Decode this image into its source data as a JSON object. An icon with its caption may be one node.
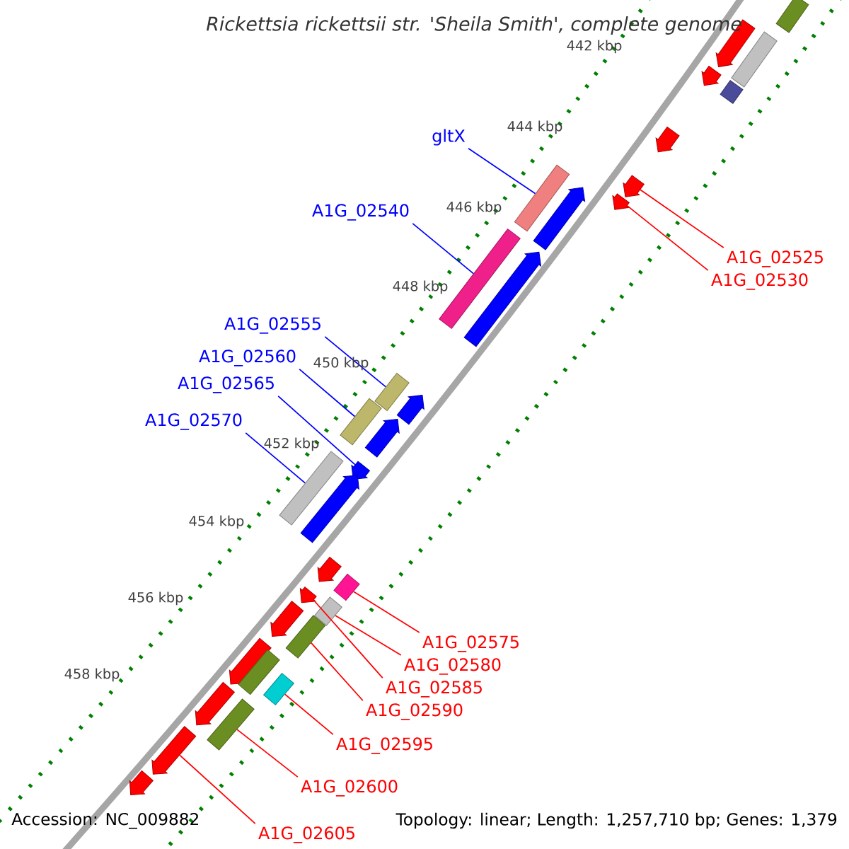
{
  "diagram": {
    "title": "Rickettsia rickettsii str. 'Sheila Smith', complete genome",
    "nodes": [
      {
        "text": [],
        "shape": "box"
      },
      {
        "text": [],
        "shape": "arrow"
      },
      {
        "text": [],
        "shape": "box"
      },
      {
        "text": [],
        "shape": "arrow"
      },
      {
        "text": [],
        "shape": "box"
      },
      {
        "text": [],
        "shape": "arrow"
      },
      {
        "text": [],
        "shape": "arrow"
      },
      {
        "text": [],
        "shape": "arrow"
      },
      {
        "text": [],
        "shape": "box"
      },
      {
        "text": [],
        "shape": "arrow"
      },
      {
        "text": [],
        "shape": "box"
      },
      {
        "text": [],
        "shape": "arrow"
      },
      {
        "text": [],
        "shape": "box"
      },
      {
        "text": [],
        "shape": "arrow"
      },
      {
        "text": [],
        "shape": "box"
      },
      {
        "text": [],
        "shape": "arrow"
      },
      {
        "text": [],
        "shape": "arrow"
      },
      {
        "text": [],
        "shape": "box"
      },
      {
        "text": [],
        "shape": "arrow"
      },
      {
        "text": [],
        "shape": "arrow"
      },
      {
        "text": [],
        "shape": "box"
      },
      {
        "text": [],
        "shape": "arrow"
      },
      {
        "text": [],
        "shape": "box"
      },
      {
        "text": [],
        "shape": "arrow"
      },
      {
        "text": [],
        "shape": "box"
      },
      {
        "text": [],
        "shape": "arrow"
      },
      {
        "text": [],
        "shape": "box"
      },
      {
        "text": [],
        "shape": "box"
      },
      {
        "text": [],
        "shape": "box"
      },
      {
        "text": [],
        "shape": "arrow"
      },
      {
        "text": [],
        "shape": "arrow"
      },
      {
        "text": [],
        "shape": "arrow"
      },
      {
        "text": [
          "gltX"
        ]
      },
      {
        "text": [
          "A1G_02540"
        ]
      },
      {
        "text": [
          "A1G_02525"
        ]
      },
      {
        "text": [
          "A1G_02530"
        ]
      },
      {
        "text": [
          "A1G_02555"
        ]
      },
      {
        "text": [
          "A1G_02560"
        ]
      },
      {
        "text": [
          "A1G_02565"
        ]
      },
      {
        "text": [
          "A1G_02570"
        ]
      },
      {
        "text": [
          "A1G_02575"
        ]
      },
      {
        "text": [
          "A1G_02580"
        ]
      },
      {
        "text": [
          "A1G_02585"
        ]
      },
      {
        "text": [
          "A1G_02590"
        ]
      },
      {
        "text": [
          "A1G_02595"
        ]
      },
      {
        "text": [
          "A1G_02600"
        ]
      },
      {
        "text": [
          "A1G_02605"
        ]
      }
    ],
    "edges": [
      {
        "from": 32,
        "to": 8,
        "arrow": "none",
        "color": "#0000ff"
      },
      {
        "from": 33,
        "to": 10,
        "arrow": "none",
        "color": "#0000ff"
      },
      {
        "from": 34,
        "to": 6,
        "arrow": "none"
      },
      {
        "from": 35,
        "to": 7,
        "arrow": "none"
      },
      {
        "from": 36,
        "to": 12,
        "arrow": "none",
        "color": "#0000ff"
      },
      {
        "from": 37,
        "to": 14,
        "arrow": "none",
        "color": "#0000ff"
      },
      {
        "from": 38,
        "to": 16,
        "arrow": "none",
        "color": "#0000ff"
      },
      {
        "from": 39,
        "to": 17,
        "arrow": "none",
        "color": "#0000ff"
      },
      {
        "from": 40,
        "to": 20,
        "arrow": "none"
      },
      {
        "from": 41,
        "to": 22,
        "arrow": "none"
      },
      {
        "from": 42,
        "to": 21,
        "arrow": "none"
      },
      {
        "from": 43,
        "to": 24,
        "arrow": "none"
      },
      {
        "from": 44,
        "to": 27,
        "arrow": "none"
      },
      {
        "from": 45,
        "to": 28,
        "arrow": "none"
      },
      {
        "from": 46,
        "to": 30,
        "arrow": "none"
      }
    ],
    "labels": [
      "442 kbp",
      "444 kbp",
      "446 kbp",
      "448 kbp",
      "450 kbp",
      "452 kbp",
      "454 kbp",
      "456 kbp",
      "458 kbp",
      "Accession: NC_009882",
      "Topology: linear; Length: 1,257,710 bp; Genes: 1,379"
    ]
  }
}
